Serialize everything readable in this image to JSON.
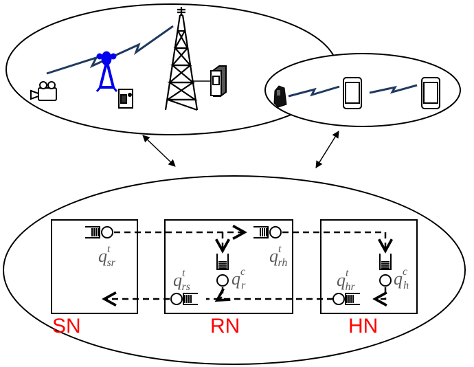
{
  "nodes": {
    "sn": "SN",
    "rn": "RN",
    "hn": "HN"
  },
  "queues": {
    "q_sr": {
      "base": "q",
      "sup": "t",
      "sub": "sr"
    },
    "q_rh": {
      "base": "q",
      "sup": "t",
      "sub": "rh"
    },
    "q_r": {
      "base": "q",
      "sup": "c",
      "sub": "r"
    },
    "q_rs": {
      "base": "q",
      "sup": "t",
      "sub": "rs"
    },
    "q_hr": {
      "base": "q",
      "sup": "t",
      "sub": "hr"
    },
    "q_h": {
      "base": "q",
      "sup": "c",
      "sub": "h"
    }
  },
  "icons": {
    "top_left_cluster": [
      "video-camera-icon",
      "satellite-dish-icon",
      "gateway-box-icon",
      "radio-tower-icon",
      "server-box-icon"
    ],
    "top_right_cluster": [
      "sensor-tag-icon",
      "smartphone-icon",
      "smartphone-icon"
    ]
  },
  "colors": {
    "node_label": "#ff0000",
    "dish": "#0000ee",
    "wireless_link": "#1f3a5f",
    "line": "#000000",
    "queue_label": "#595959"
  }
}
